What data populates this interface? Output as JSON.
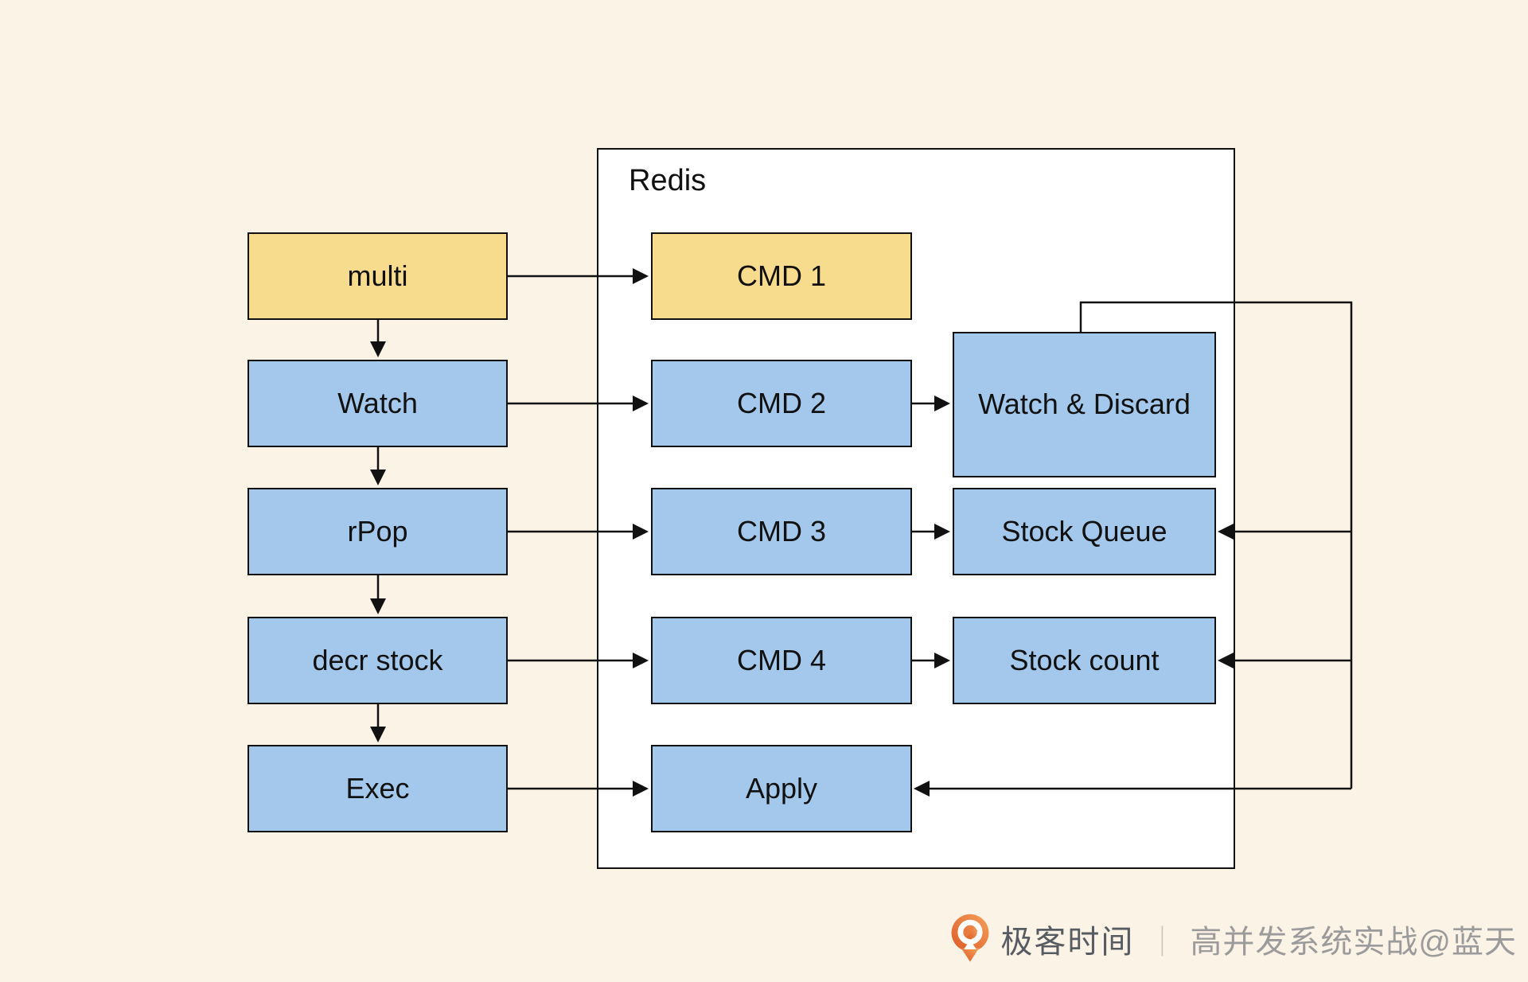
{
  "page": {
    "background": "#FCF3E7"
  },
  "diagram": {
    "container_label": "Redis",
    "colors": {
      "yellow": "#F8DC8D",
      "blue": "#A4C8EB",
      "line": "#111111",
      "container_bg": "#FFFFFF"
    },
    "client_nodes": [
      {
        "id": "multi",
        "label": "multi",
        "color": "yellow"
      },
      {
        "id": "watch",
        "label": "Watch",
        "color": "blue"
      },
      {
        "id": "rpop",
        "label": "rPop",
        "color": "blue"
      },
      {
        "id": "decr-stock",
        "label": "decr stock",
        "color": "blue"
      },
      {
        "id": "exec",
        "label": "Exec",
        "color": "blue"
      }
    ],
    "command_nodes": [
      {
        "id": "cmd1",
        "label": "CMD 1",
        "color": "yellow"
      },
      {
        "id": "cmd2",
        "label": "CMD 2",
        "color": "blue"
      },
      {
        "id": "cmd3",
        "label": "CMD 3",
        "color": "blue"
      },
      {
        "id": "cmd4",
        "label": "CMD 4",
        "color": "blue"
      },
      {
        "id": "apply",
        "label": "Apply",
        "color": "blue"
      }
    ],
    "state_nodes": [
      {
        "id": "watch-discard",
        "label": "Watch & Discard",
        "color": "blue"
      },
      {
        "id": "stock-queue",
        "label": "Stock Queue",
        "color": "blue"
      },
      {
        "id": "stock-count",
        "label": "Stock count",
        "color": "blue"
      }
    ]
  },
  "watermark": {
    "brand": "极客时间",
    "separator": "｜",
    "text": "高并发系统实战@蓝天",
    "logo_color": "#ED6A2C"
  }
}
